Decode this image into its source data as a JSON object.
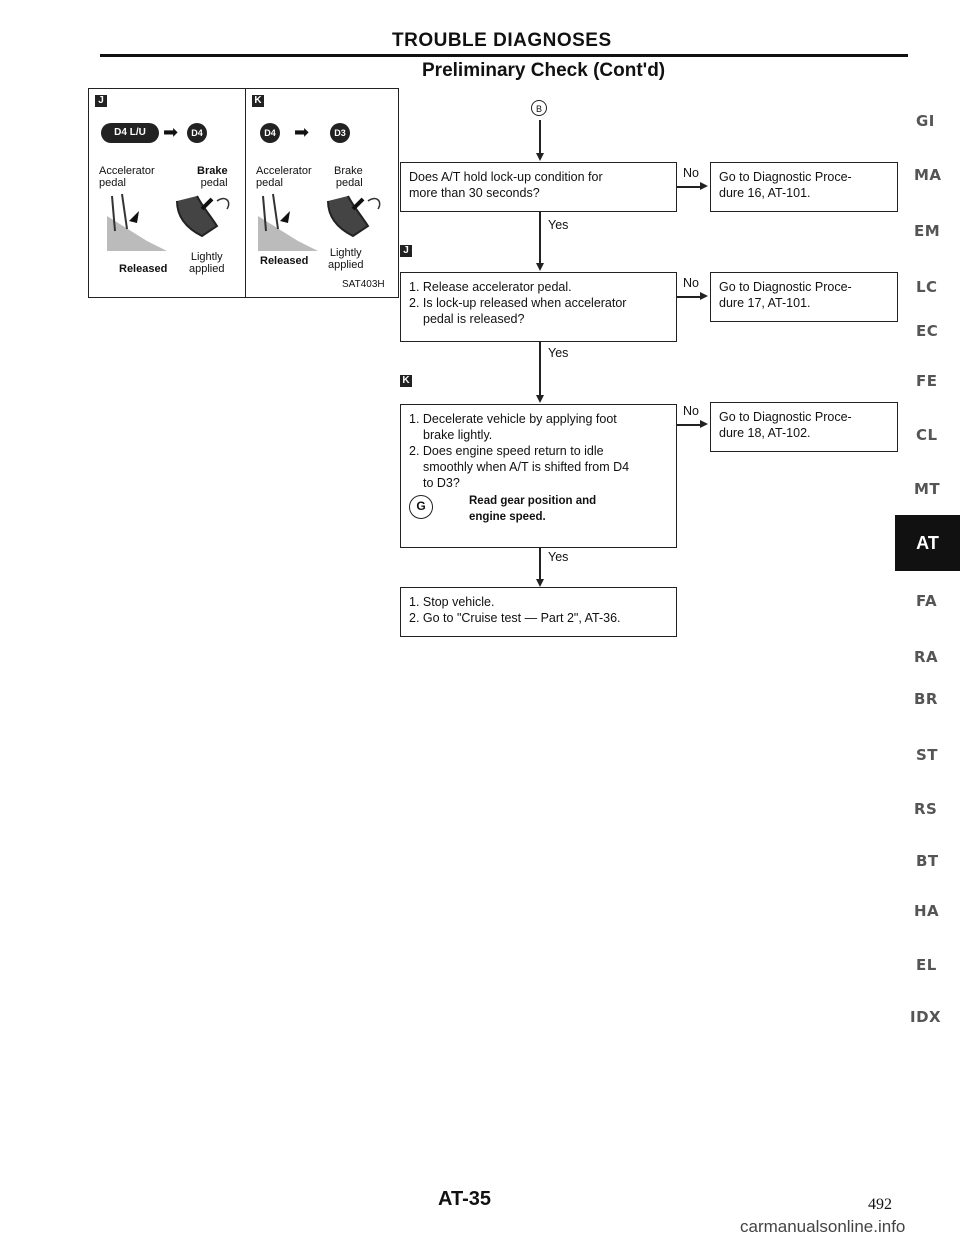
{
  "header": {
    "title": "TROUBLE DIAGNOSES",
    "subtitle": "Preliminary Check (Cont'd)"
  },
  "panels": {
    "left": {
      "marker": "J",
      "from_symbol": "D4 L/U",
      "to_symbol": "D4",
      "accelerator_label_1": "Accelerator",
      "accelerator_label_2": "pedal",
      "brake_label_1": "Brake",
      "brake_label_2": "pedal",
      "released_label": "Released",
      "lightly_label_1": "Lightly",
      "lightly_label_2": "applied"
    },
    "right": {
      "marker": "K",
      "from_symbol": "D4",
      "to_symbol": "D3",
      "accelerator_label_1": "Accelerator",
      "accelerator_label_2": "pedal",
      "brake_label_1": "Brake",
      "brake_label_2": "pedal",
      "released_label": "Released",
      "lightly_label_1": "Lightly",
      "lightly_label_2": "applied",
      "figure_code": "SAT403H"
    }
  },
  "flow": {
    "connector": "B",
    "step1": {
      "line1": "Does A/T hold lock-up condition for",
      "line2": "more than 30 seconds?",
      "no_label": "No",
      "yes_label": "Yes",
      "no_target_1": "Go to Diagnostic Proce-",
      "no_target_2": "dure 16, AT-101."
    },
    "step2": {
      "marker": "J",
      "line1": "1. Release accelerator pedal.",
      "line2": "2. Is lock-up released when accelerator",
      "line3": "pedal is released?",
      "no_label": "No",
      "yes_label": "Yes",
      "no_target_1": "Go to Diagnostic Proce-",
      "no_target_2": "dure 17, AT-101."
    },
    "step3": {
      "marker": "K",
      "line1": "1. Decelerate vehicle by applying foot",
      "line2": "brake lightly.",
      "line3": "2. Does engine speed return to idle",
      "line4": "smoothly when A/T is shifted from D4",
      "line5": "to D3?",
      "note1": "Read gear position and",
      "note2": "engine speed.",
      "no_label": "No",
      "yes_label": "Yes",
      "no_target_1": "Go to Diagnostic Proce-",
      "no_target_2": "dure 18, AT-102."
    },
    "step4": {
      "line1": "1. Stop vehicle.",
      "line2": "2. Go to \"Cruise test — Part 2\", AT-36."
    }
  },
  "side_index": [
    "GI",
    "MA",
    "EM",
    "LC",
    "EC",
    "FE",
    "CL",
    "MT",
    "AT",
    "FA",
    "RA",
    "BR",
    "ST",
    "RS",
    "BT",
    "HA",
    "EL",
    "IDX"
  ],
  "footer": {
    "page_code": "AT-35",
    "page_number": "492",
    "watermark": "carmanualsonline.info"
  }
}
